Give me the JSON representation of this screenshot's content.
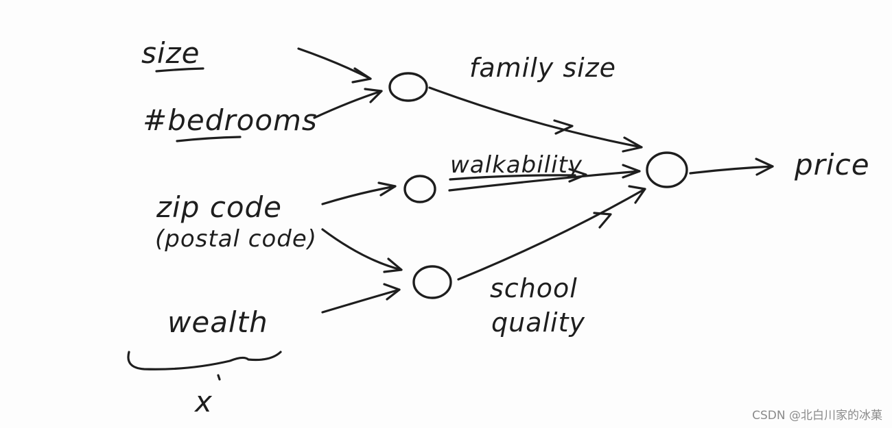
{
  "inputs": {
    "size": "size",
    "bedrooms": "#bedrooms",
    "zip": "zip code",
    "postal": "(postal code)",
    "wealth": "wealth",
    "x": "x"
  },
  "hidden": {
    "family_size": "family size",
    "walkability": "walkability",
    "school": "school",
    "quality": "quality"
  },
  "output": {
    "price": "price"
  },
  "watermark": "CSDN @北白川家的冰菓"
}
